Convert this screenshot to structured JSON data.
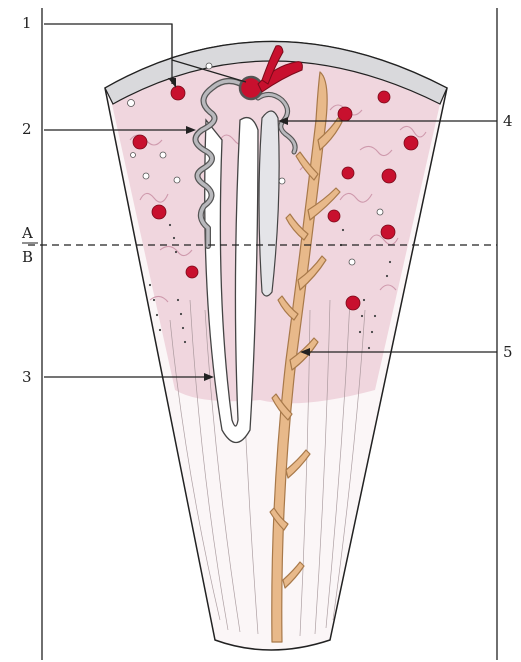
{
  "figure": {
    "labels": {
      "one": "1",
      "two": "2",
      "three": "3",
      "four": "4",
      "five": "5",
      "a": "A",
      "b": "B"
    },
    "colors": {
      "background": "#ffffff",
      "line": "#222222",
      "tissue_pink": "#e9c9d3",
      "tissue_swirl": "#c98fa4",
      "vessel_red": "#c8102e",
      "vessel_outline": "#7a0a1a",
      "duct_tan": "#e8b98a",
      "duct_outline": "#a8794a",
      "tubule_gray": "#b8b8bc",
      "tubule_outline": "#555555",
      "capsule_gray": "#d9d9dc"
    }
  }
}
